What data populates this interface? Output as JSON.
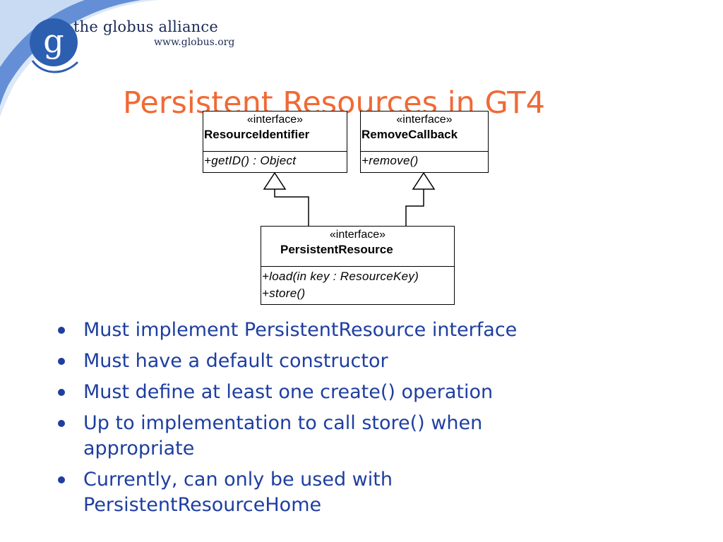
{
  "branding": {
    "name": "the globus alliance",
    "url": "www.globus.org",
    "logo_glyph": "g",
    "logo_color": "#2d5fb0",
    "swoosh_color": "#4f7fd0"
  },
  "slide": {
    "title": "Persistent Resources in GT4",
    "title_color": "#f06a35",
    "bullet_color": "#1e3ea0"
  },
  "diagram": {
    "resource_identifier": {
      "stereotype": "«interface»",
      "name": "ResourceIdentifier",
      "operations": [
        "+getID() : Object"
      ]
    },
    "remove_callback": {
      "stereotype": "«interface»",
      "name": "RemoveCallback",
      "operations": [
        "+remove()"
      ]
    },
    "persistent_resource": {
      "stereotype": "«interface»",
      "name": "PersistentResource",
      "operations": [
        "+load(in key : ResourceKey)",
        "+store()"
      ]
    }
  },
  "bullets": [
    "Must implement PersistentResource interface",
    "Must have a default constructor",
    "Must define at least one create() operation",
    "Up to implementation to call store() when appropriate",
    "Currently, can only be used with PersistentResourceHome"
  ]
}
